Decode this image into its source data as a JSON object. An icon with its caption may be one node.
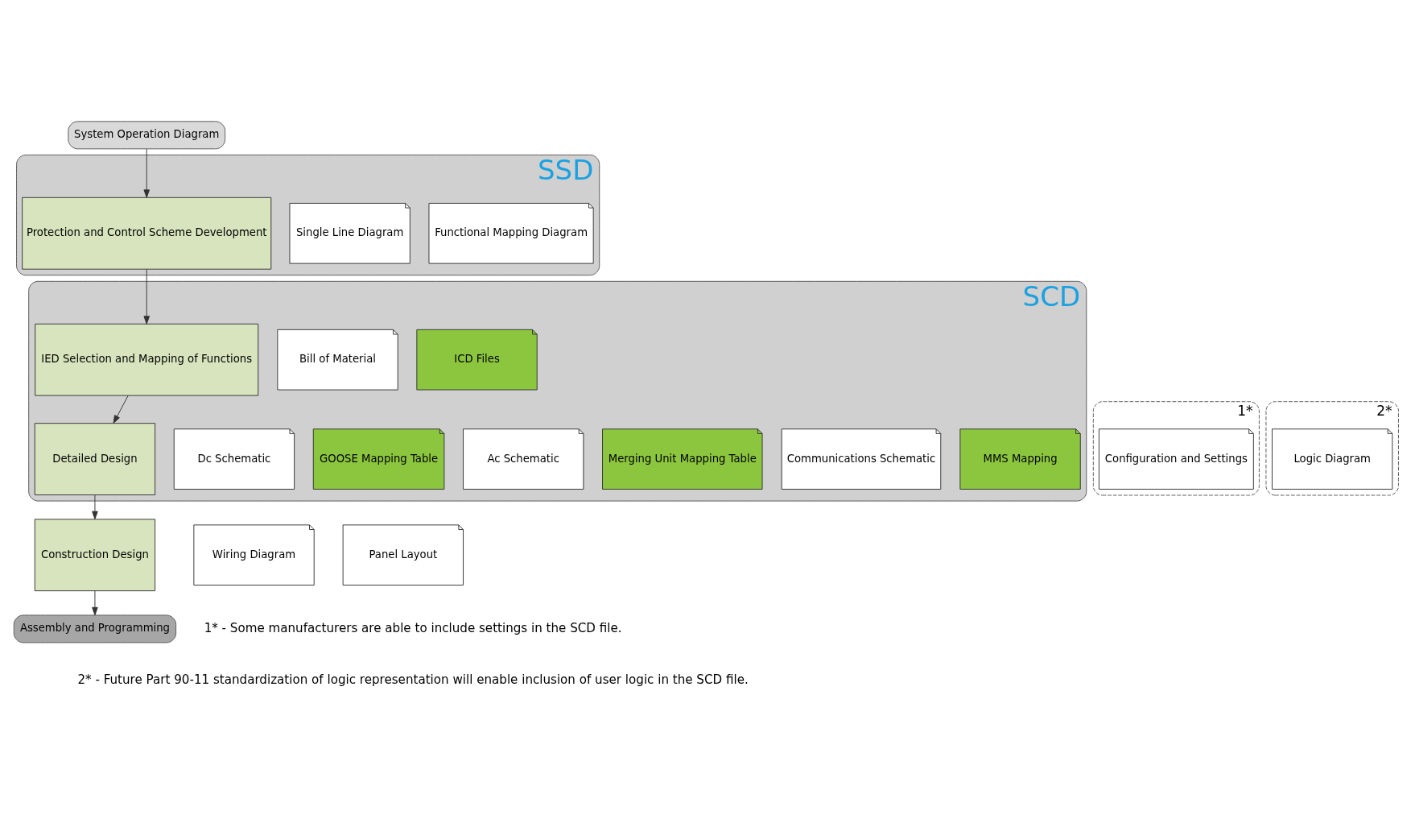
{
  "diagram": {
    "nodes": [
      {
        "text": [
          "System Operation Diagram"
        ]
      },
      {
        "text": [
          "SSD"
        ]
      },
      {
        "text": [
          "Protection and Control Scheme Development"
        ],
        "in": 1
      },
      {
        "text": [
          "Single Line Diagram"
        ],
        "in": 1
      },
      {
        "text": [
          "Functional Mapping Diagram"
        ],
        "in": 1
      },
      {
        "text": [
          "SCD"
        ]
      },
      {
        "text": [
          "IED Selection and Mapping of Functions"
        ],
        "in": 5
      },
      {
        "text": [
          "Bill of Material"
        ],
        "in": 5
      },
      {
        "text": [
          "ICD Files"
        ],
        "in": 5
      },
      {
        "text": [
          "Detailed Design"
        ],
        "in": 5
      },
      {
        "text": [
          "Dc Schematic"
        ],
        "in": 5
      },
      {
        "text": [
          "GOOSE Mapping Table"
        ],
        "in": 5
      },
      {
        "text": [
          "Ac Schematic"
        ],
        "in": 5
      },
      {
        "text": [
          "Merging Unit Mapping Table"
        ],
        "in": 5
      },
      {
        "text": [
          "Communications Schematic"
        ],
        "in": 5
      },
      {
        "text": [
          "MMS Mapping"
        ],
        "in": 5
      },
      {
        "text": [
          "1*"
        ]
      },
      {
        "text": [
          "Configuration and Settings"
        ],
        "in": 16
      },
      {
        "text": [
          "2*"
        ]
      },
      {
        "text": [
          "Logic Diagram"
        ],
        "in": 18
      },
      {
        "text": [
          "Construction Design"
        ]
      },
      {
        "text": [
          "Wiring Diagram"
        ]
      },
      {
        "text": [
          "Panel Layout"
        ]
      },
      {
        "text": [
          "Assembly and Programming"
        ]
      }
    ],
    "edges": [
      {
        "from": 0,
        "to": 2,
        "arrow": "to"
      },
      {
        "from": 2,
        "to": 6,
        "arrow": "to"
      },
      {
        "from": 6,
        "to": 9,
        "arrow": "to"
      },
      {
        "from": 9,
        "to": 20,
        "arrow": "to"
      },
      {
        "from": 20,
        "to": 23,
        "arrow": "to"
      }
    ],
    "labels": [
      "1* - Some manufacturers are able to include settings in the SCD file.",
      "2* - Future Part 90-11 standardization of logic representation will enable inclusion of user logic in the SCD file."
    ]
  }
}
